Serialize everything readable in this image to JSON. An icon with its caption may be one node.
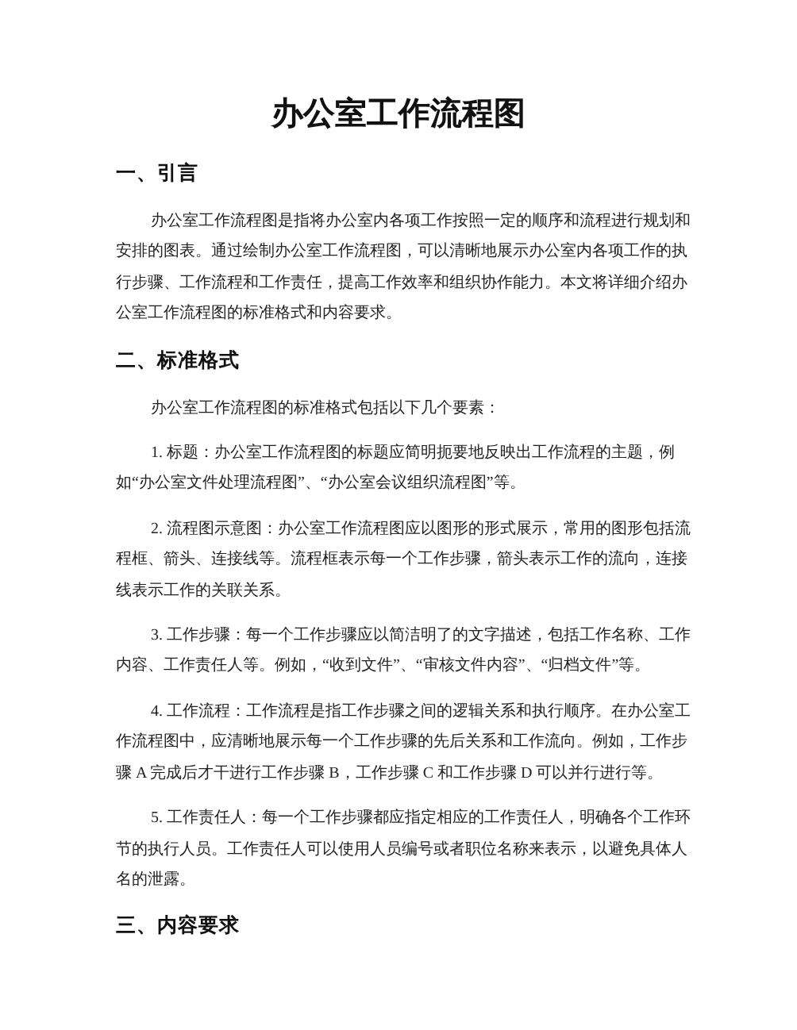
{
  "diagram": {
    "title": "办公室工作流程图",
    "labels": [
      "一、引言",
      "办公室工作流程图是指将办公室内各项工作按照一定的顺序和流程进行规划和安排的图表。通过绘制办公室工作流程图，可以清晰地展示办公室内各项工作的执行步骤、工作流程和工作责任，提高工作效率和组织协作能力。本文将详细介绍办公室工作流程图的标准格式和内容要求。",
      "二、标准格式",
      "办公室工作流程图的标准格式包括以下几个要素：",
      "1. 标题：办公室工作流程图的标题应简明扼要地反映出工作流程的主题，例如“办公室文件处理流程图”、“办公室会议组织流程图”等。",
      "2. 流程图示意图：办公室工作流程图应以图形的形式展示，常用的图形包括流程框、箭头、连接线等。流程框表示每一个工作步骤，箭头表示工作的流向，连接线表示工作的关联关系。",
      "3. 工作步骤：每一个工作步骤应以简洁明了的文字描述，包括工作名称、工作内容、工作责任人等。例如，“收到文件”、“审核文件内容”、“归档文件”等。",
      "4. 工作流程：工作流程是指工作步骤之间的逻辑关系和执行顺序。在办公室工作流程图中，应清晰地展示每一个工作步骤的先后关系和工作流向。例如，工作步骤 A 完成后才干进行工作步骤 B，工作步骤 C 和工作步骤 D 可以并行进行等。",
      "5. 工作责任人：每一个工作步骤都应指定相应的工作责任人，明确各个工作环节的执行人员。工作责任人可以使用人员编号或者职位名称来表示，以避免具体人名的泄露。",
      "三、内容要求"
    ]
  }
}
